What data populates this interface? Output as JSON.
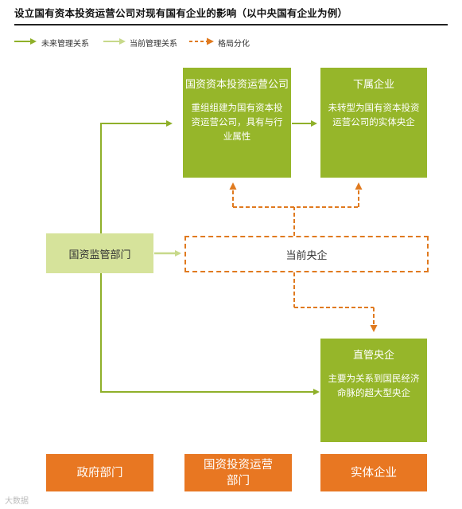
{
  "title": "设立国有资本投资运营公司对现有国有企业的影响（以中央国有企业为例）",
  "legend": {
    "future": "未来管理关系",
    "current": "当前管理关系",
    "split": "格局分化"
  },
  "boxes": {
    "investment_company": {
      "title": "国资资本投资运营公司",
      "desc": "重组组建为国有资本投资运营公司，具有与行业属性"
    },
    "subsidiary": {
      "title": "下属企业",
      "desc": "未转型为国有资本投资运营公司的实体央企"
    },
    "regulator": "国资监管部门",
    "current_soe": "当前央企",
    "direct_soe": {
      "title": "直管央企",
      "desc": "主要为关系到国民经济命脉的超大型央企"
    }
  },
  "tiers": {
    "government": "政府部门",
    "investment_company": "国资投资运营部门",
    "entity": "实体企业"
  },
  "watermark": "大数据",
  "colors": {
    "green": "#96b62a",
    "light_green": "#d6e39b",
    "orange": "#e87722",
    "dashed_orange": "#e07a1f"
  }
}
